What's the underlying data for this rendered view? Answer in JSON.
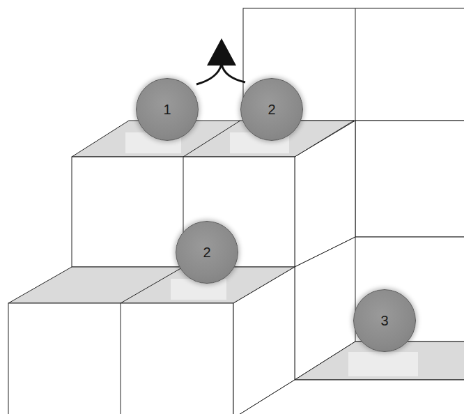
{
  "diagram": {
    "nodes": [
      {
        "text": [
          "1"
        ]
      },
      {
        "text": [
          "2"
        ]
      },
      {
        "text": [
          "2"
        ]
      },
      {
        "text": [
          "3"
        ]
      }
    ]
  }
}
